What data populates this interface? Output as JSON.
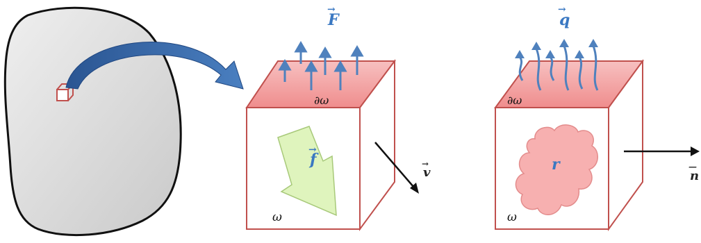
{
  "colors": {
    "body_fill": "#dcdcdc",
    "box_edge": "#c0504d",
    "box_top": "#f2a6a6",
    "flux_arrow": "#4f81bd",
    "curved_arrow": "#2f5f9e",
    "body_force": "#d9f2b4",
    "heat_source": "#f6a9a9",
    "label_blue": "#3a78c2"
  },
  "left_box": {
    "flux_label": "F",
    "boundary_label": "∂ω",
    "volume_label": "ω",
    "body_force_label": "f",
    "velocity_label": "v"
  },
  "right_box": {
    "flux_label": "q",
    "boundary_label": "∂ω",
    "volume_label": "ω",
    "source_label": "r",
    "normal_label": "n"
  }
}
